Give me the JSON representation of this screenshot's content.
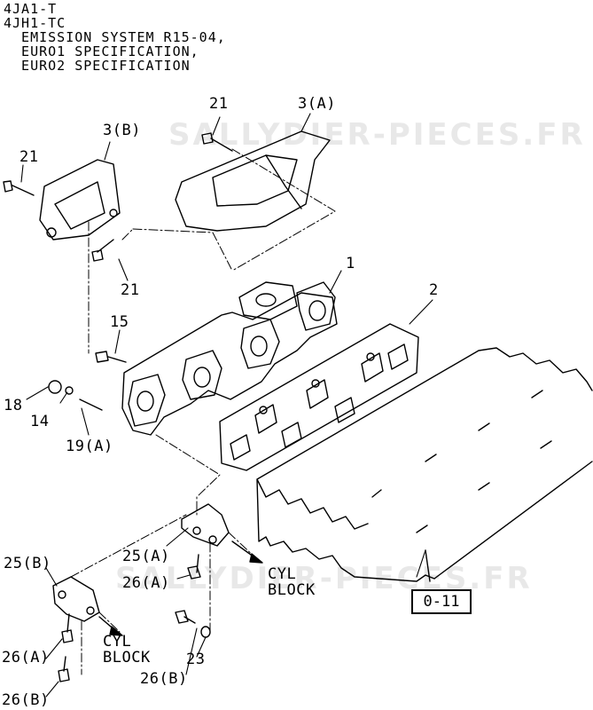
{
  "header": {
    "line1": "4JA1-T",
    "line2": "4JH1-TC",
    "line3": "  EMISSION SYSTEM R15-04,",
    "line4": "  EURO1 SPECIFICATION,",
    "line5": "  EURO2 SPECIFICATION"
  },
  "watermark": {
    "text": "SALLYDIER-PIECES.FR"
  },
  "callouts": {
    "p21_top": "21",
    "p3a": "3(A)",
    "p3b": "3(B)",
    "p21_left": "21",
    "p21_mid": "21",
    "p1": "1",
    "p2": "2",
    "p15": "15",
    "p18": "18",
    "p14": "14",
    "p19a": "19(A)",
    "p25b": "25(B)",
    "p25a": "25(A)",
    "p26a_mid": "26(A)",
    "p26a_left": "26(A)",
    "p26b_left": "26(B)",
    "p26b_bottom": "26(B)",
    "p23": "23"
  },
  "notes": {
    "cyl_block_right_1": "CYL",
    "cyl_block_right_2": "BLOCK",
    "cyl_block_left_1": "CYL",
    "cyl_block_left_2": "BLOCK"
  },
  "reference_box": "0-11"
}
